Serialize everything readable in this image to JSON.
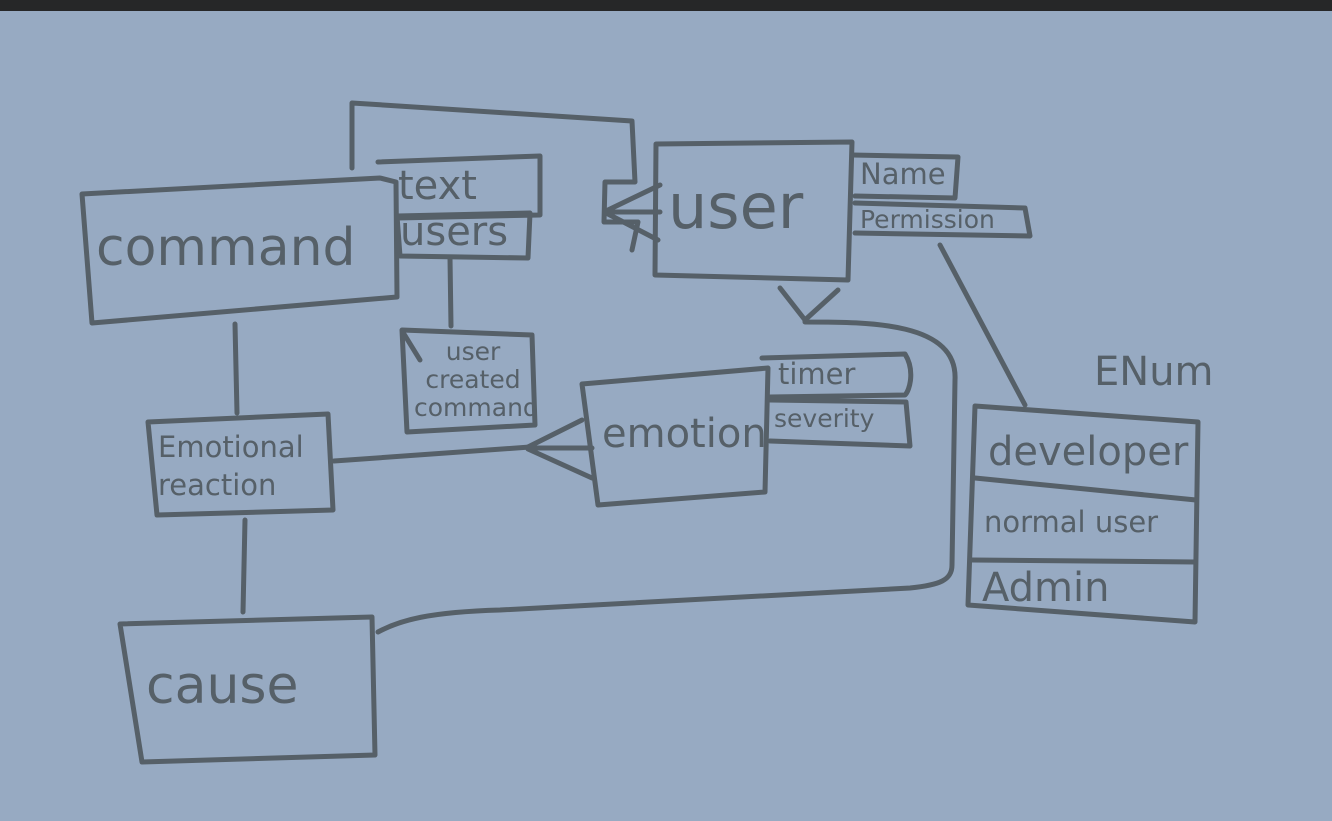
{
  "diagram": {
    "entities": {
      "command": "command",
      "user": "user",
      "emotional_reaction": "Emotional reaction",
      "emotion": "emotion",
      "cause": "cause",
      "user_created_command": "user created command"
    },
    "attributes": {
      "command_text": "text",
      "command_users": "users",
      "user_name": "Name",
      "user_permission": "Permission",
      "emotion_timer": "timer",
      "emotion_severity": "severity"
    },
    "enum": {
      "title": "ENum",
      "values": [
        "developer",
        "normal user",
        "Admin"
      ]
    }
  },
  "colors": {
    "background": "#97aac2",
    "stroke": "#566068",
    "top_bar": "#262728"
  }
}
